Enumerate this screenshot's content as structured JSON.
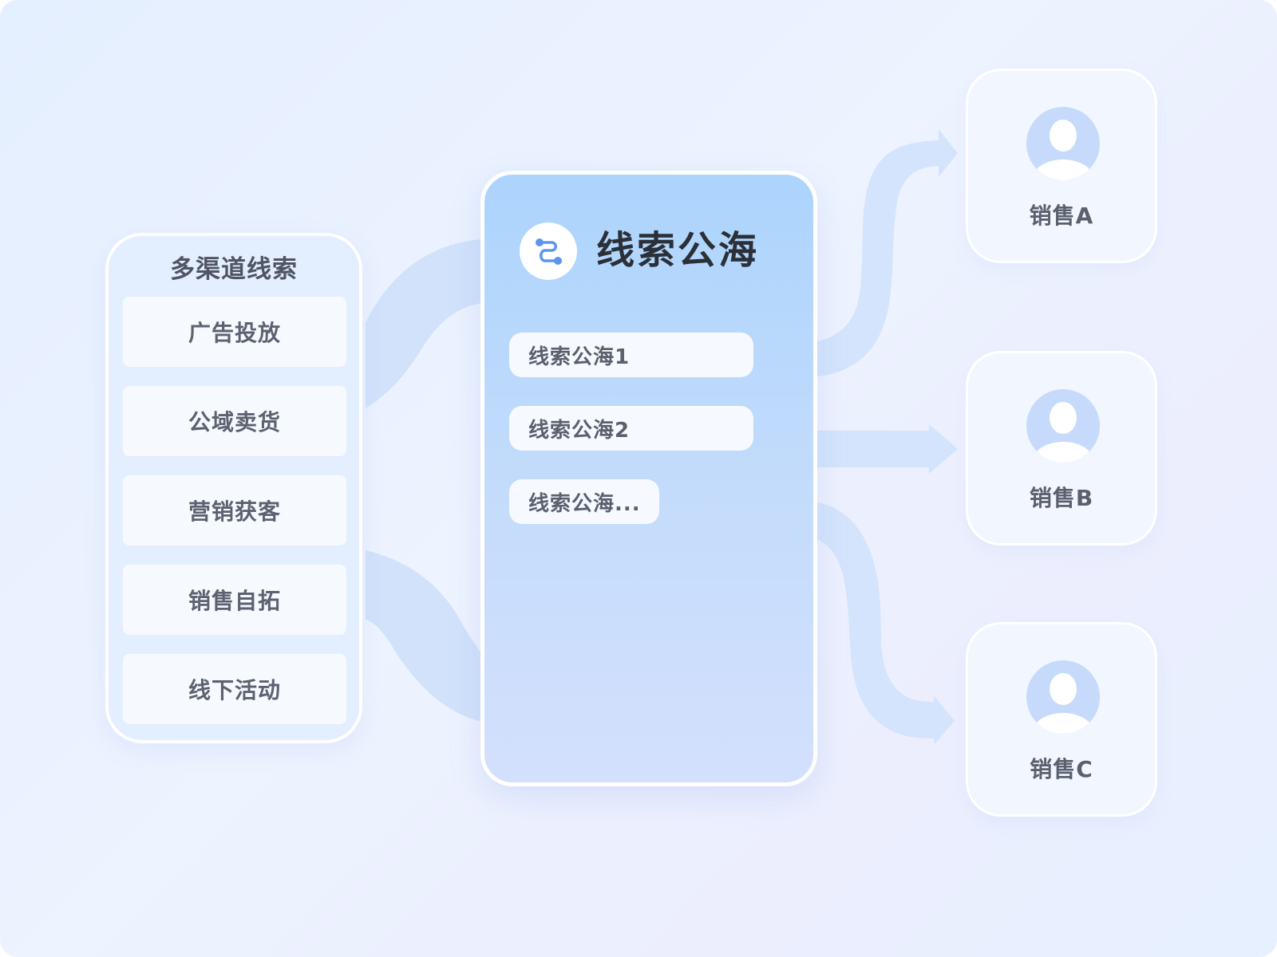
{
  "sources": {
    "title": "多渠道线索",
    "items": [
      {
        "label": "广告投放"
      },
      {
        "label": "公域卖货"
      },
      {
        "label": "营销获客"
      },
      {
        "label": "销售自拓"
      },
      {
        "label": "线下活动"
      }
    ]
  },
  "pool": {
    "icon": "route-icon",
    "title": "线索公海",
    "items": [
      {
        "label": "线索公海1"
      },
      {
        "label": "线索公海2"
      },
      {
        "label": "线索公海..."
      }
    ]
  },
  "sales": [
    {
      "label": "销售A",
      "icon": "user-avatar-icon"
    },
    {
      "label": "销售B",
      "icon": "user-avatar-icon"
    },
    {
      "label": "销售C",
      "icon": "user-avatar-icon"
    }
  ],
  "colors": {
    "background": "#e9f1ff",
    "flow": "#cfe0fb",
    "pool_top": "#acd4fd",
    "pool_bottom": "#d3e0fd",
    "avatar_bg": "#c6dbfb",
    "icon_accent": "#5b95ec"
  }
}
